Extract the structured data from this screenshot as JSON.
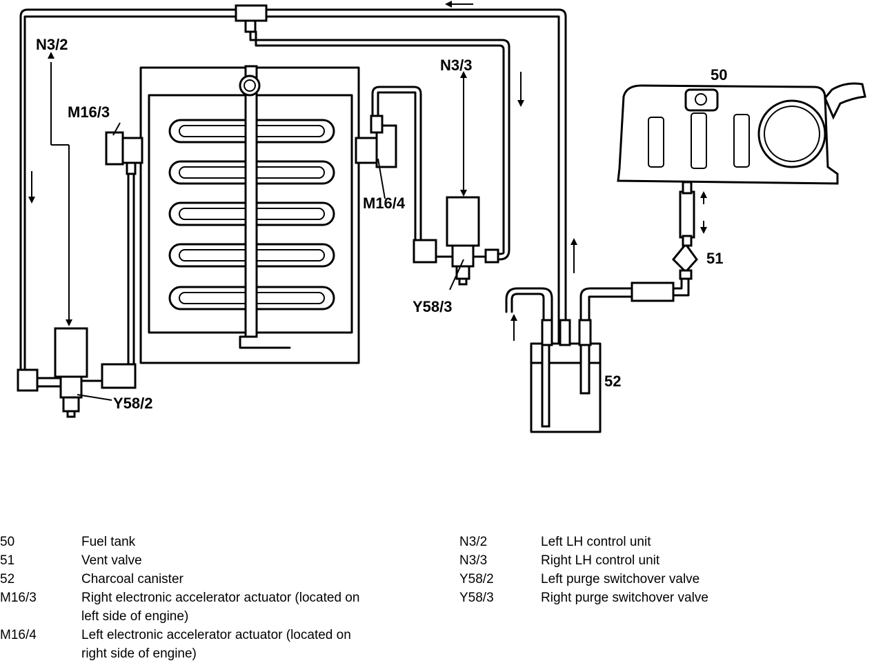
{
  "labels": {
    "n3_2": "N3/2",
    "m16_3": "M16/3",
    "m16_4": "M16/4",
    "n3_3": "N3/3",
    "y58_3": "Y58/3",
    "y58_2": "Y58/2",
    "c50": "50",
    "c51": "51",
    "c52": "52"
  },
  "legend_left": [
    {
      "code": "50",
      "desc": "Fuel tank"
    },
    {
      "code": "51",
      "desc": "Vent valve"
    },
    {
      "code": "52",
      "desc": "Charcoal canister"
    },
    {
      "code": "M16/3",
      "desc": "Right electronic accelerator actuator (located on\nleft side of engine)"
    },
    {
      "code": "M16/4",
      "desc": "Left electronic accelerator actuator (located on\nright side of engine)"
    }
  ],
  "legend_right": [
    {
      "code": "N3/2",
      "desc": "Left LH control unit"
    },
    {
      "code": "N3/3",
      "desc": "Right LH control unit"
    },
    {
      "code": "Y58/2",
      "desc": "Left purge switchover valve"
    },
    {
      "code": "Y58/3",
      "desc": "Right purge switchover valve"
    }
  ]
}
